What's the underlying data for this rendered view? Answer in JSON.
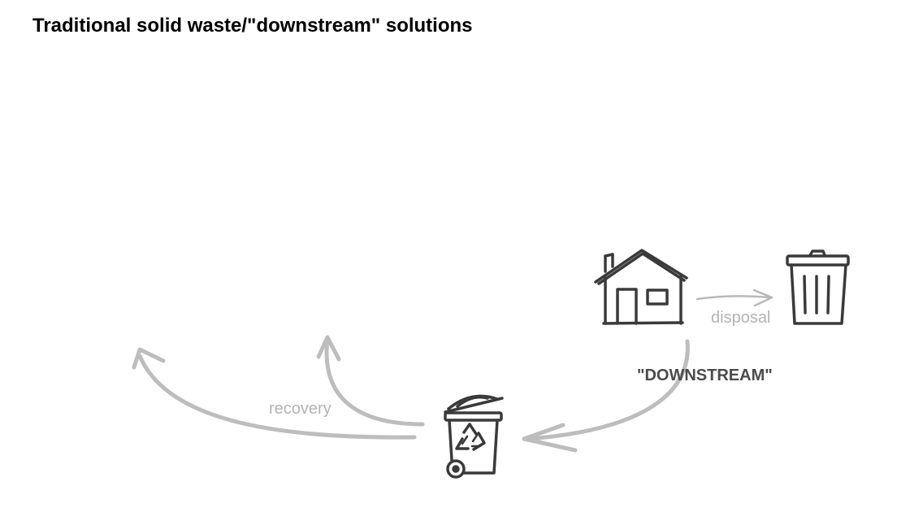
{
  "title": "Traditional solid waste/\"downstream\" solutions",
  "labels": {
    "disposal": "disposal",
    "downstream": "\"DOWNSTREAM\"",
    "recovery": "recovery"
  },
  "icons": [
    "house-icon",
    "trash-can-icon",
    "recycling-bin-icon"
  ],
  "colors": {
    "title": "#000000",
    "icon_stroke": "#3a3a3a",
    "arrow": "#b9b9b9",
    "light_label": "#b3b3b3",
    "downstream_label": "#4a4a4a"
  }
}
